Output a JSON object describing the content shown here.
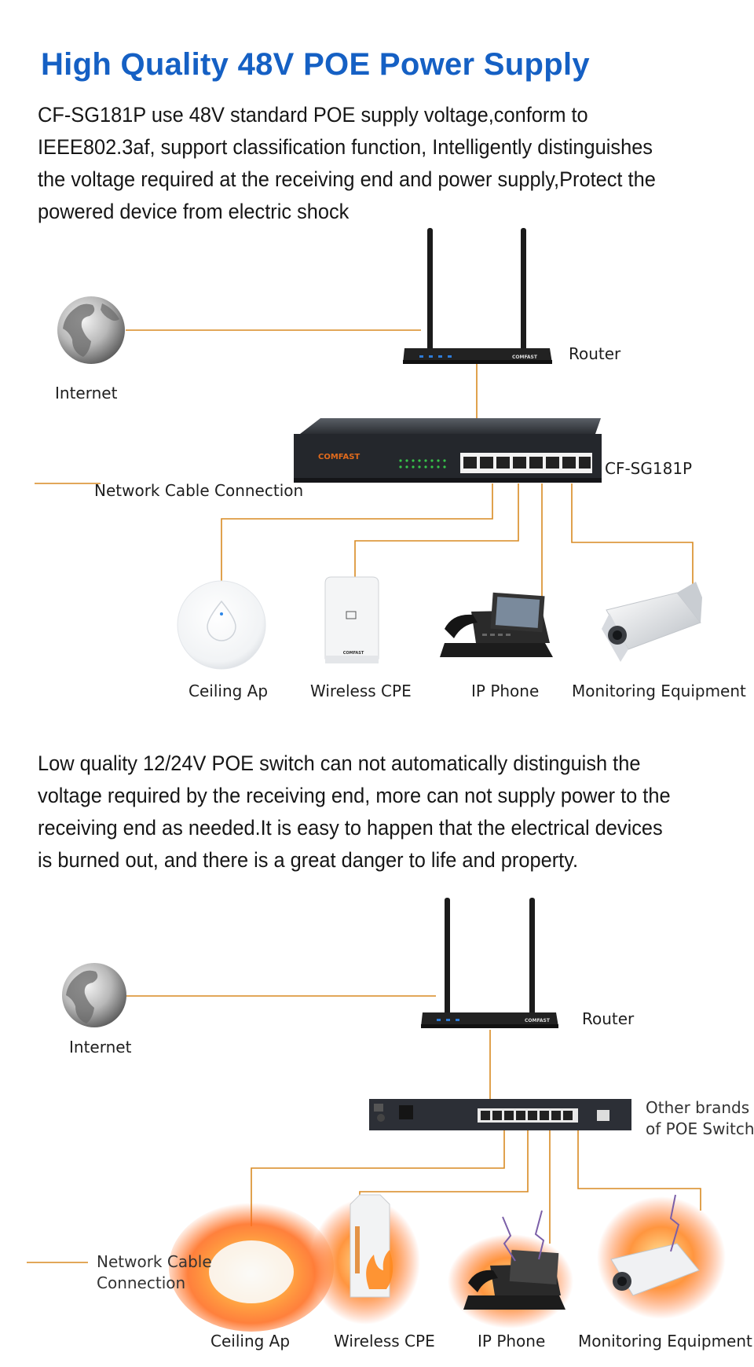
{
  "heading": "High Quality 48V POE Power Supply",
  "paragraph_good": "CF-SG181P use 48V standard POE supply voltage,conform to IEEE802.3af, support classification function, Intelligently distinguishes the voltage required at the receiving end and power supply,Protect the powered device from electric shock",
  "paragraph_bad": "Low quality 12/24V POE switch can not automatically distinguish the voltage required by the receiving end, more can not supply power to the receiving end as needed.It is easy to happen that the electrical devices is burned out, and there is a great danger to life and property.",
  "diagram_good": {
    "internet": "Internet",
    "router": "Router",
    "router_brand": "COMFAST",
    "switch_model": "CF-SG181P",
    "switch_brand": "COMFAST",
    "cable": "Network Cable Connection",
    "cpe_brand": "COMFAST",
    "devices": [
      "Ceiling Ap",
      "Wireless CPE",
      "IP Phone",
      "Monitoring Equipment"
    ]
  },
  "diagram_bad": {
    "internet": "Internet",
    "router": "Router",
    "router_brand": "COMFAST",
    "switch_line1": "Other brands",
    "switch_line2": "of POE Switch",
    "cable_line1": "Network Cable",
    "cable_line2": "Connection",
    "devices": [
      "Ceiling Ap",
      "Wireless CPE",
      "IP Phone",
      "Monitoring Equipment"
    ]
  },
  "colors": {
    "heading": "#1560c4",
    "cable_line": "#d98a22",
    "device_body": "#2b2f36",
    "fire": "#ff7a1a"
  }
}
